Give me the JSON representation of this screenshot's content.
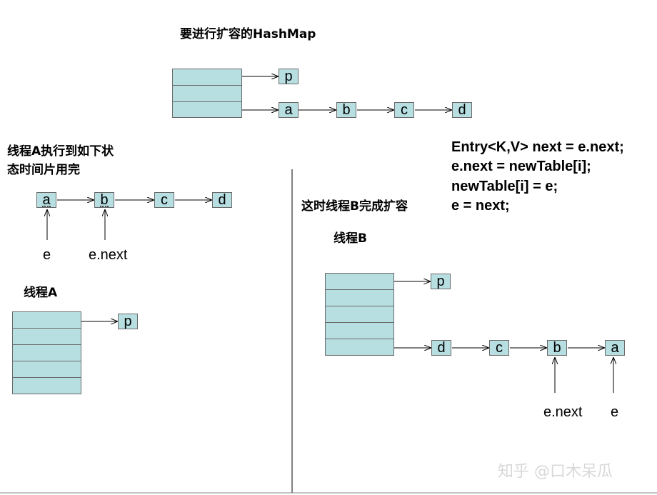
{
  "top": {
    "title": "要进行扩容的HashMap",
    "nodes": [
      "p",
      "a",
      "b",
      "c",
      "d"
    ]
  },
  "threadA_state": {
    "caption_line1": "线程A执行到如下状",
    "caption_line2": "态时间片用完",
    "nodes": [
      "a",
      "b",
      "c",
      "d"
    ],
    "label_e": "e",
    "label_next": "e.next"
  },
  "threadA_table": {
    "title": "线程A",
    "p": "p"
  },
  "code": {
    "line1": "Entry<K,V> next = e.next;",
    "line2": "e.next = newTable[i];",
    "line3": "newTable[i] = e;",
    "line4": "e = next;"
  },
  "threadB": {
    "caption": "这时线程B完成扩容",
    "title": "线程B",
    "p": "p",
    "nodes": [
      "d",
      "c",
      "b",
      "a"
    ],
    "label_next": "e.next",
    "label_e": "e"
  },
  "watermark": "知乎 @口木呆瓜"
}
